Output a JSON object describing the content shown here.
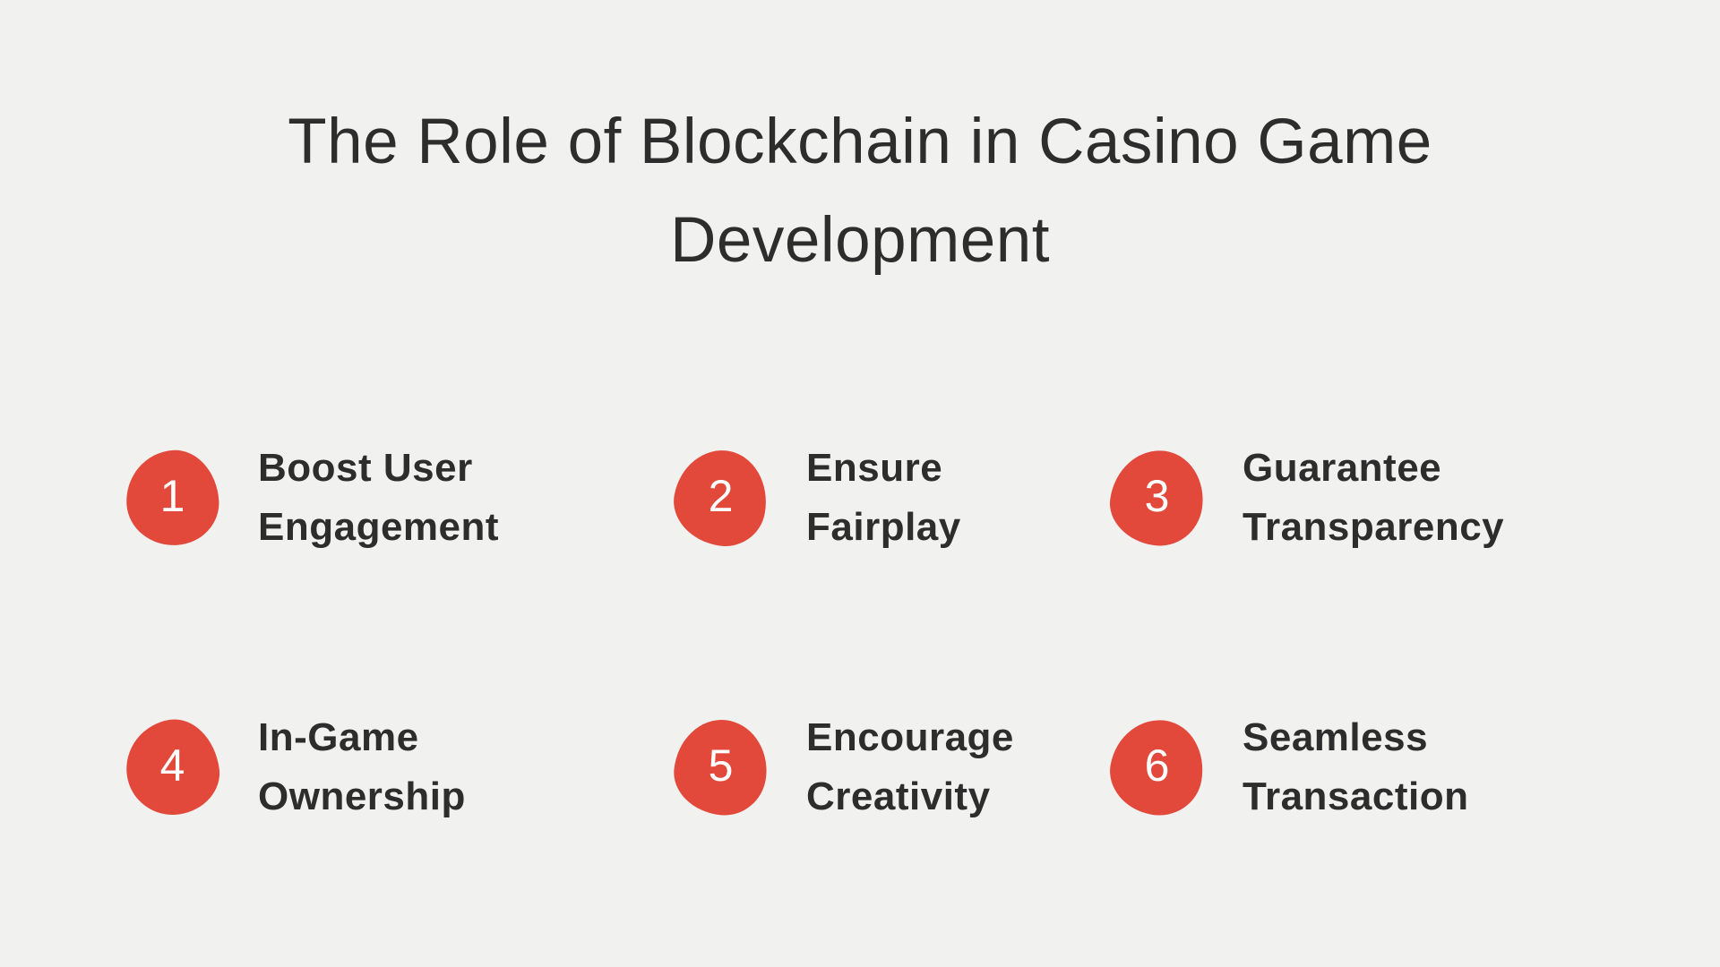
{
  "theme": {
    "background_color": "#f1f1ef",
    "accent_color": "#e2493b",
    "text_color": "#2d2d2d",
    "badge_number_color": "#ffffff"
  },
  "title": {
    "line1": "The Role of Blockchain in Casino Game",
    "line2": "Development"
  },
  "items": [
    {
      "number": "1",
      "label_line1": "Boost User",
      "label_line2": "Engagement"
    },
    {
      "number": "2",
      "label_line1": "Ensure",
      "label_line2": "Fairplay"
    },
    {
      "number": "3",
      "label_line1": "Guarantee",
      "label_line2": "Transparency"
    },
    {
      "number": "4",
      "label_line1": "In-Game",
      "label_line2": "Ownership"
    },
    {
      "number": "5",
      "label_line1": "Encourage",
      "label_line2": "Creativity"
    },
    {
      "number": "6",
      "label_line1": "Seamless",
      "label_line2": "Transaction"
    }
  ]
}
